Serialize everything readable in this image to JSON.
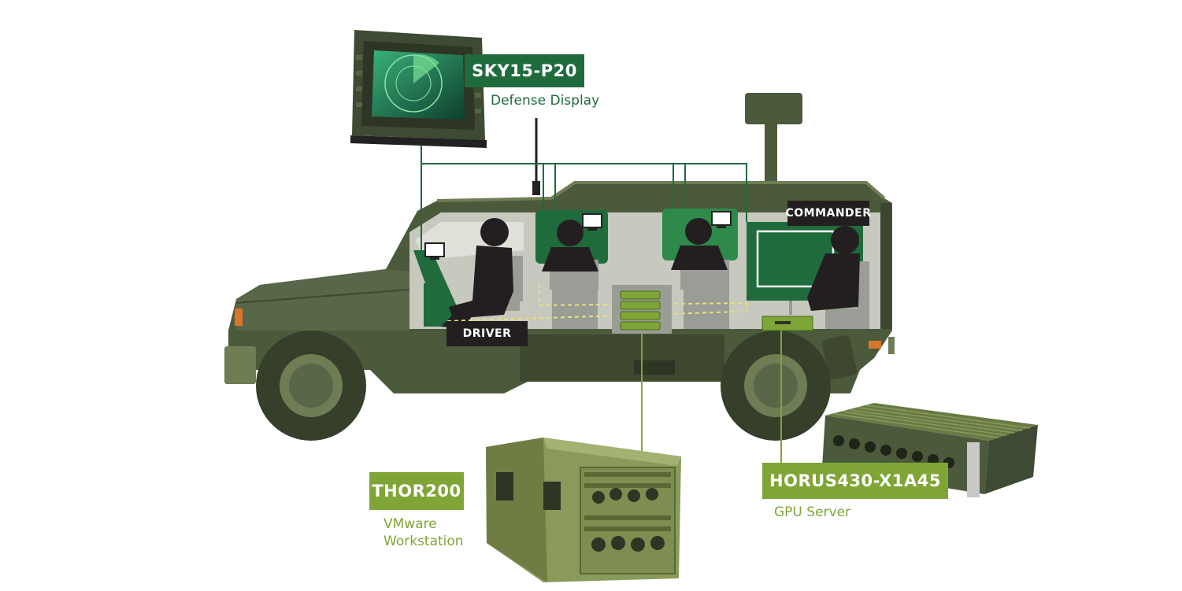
{
  "colors": {
    "body_olive": "#4c5a3c",
    "dark_olive": "#353f2a",
    "light_olive": "#6f7d55",
    "cabin": "#c7c8be",
    "dark_green": "#1f6b3c",
    "accent_green": "#7fa536",
    "sensor_green": "#2e8a4a"
  },
  "products": {
    "display": {
      "name": "SKY15-P20",
      "desc": "Defense Display",
      "icon": "rugged-display-icon"
    },
    "workstation": {
      "name": "THOR200",
      "desc_line1": "VMware",
      "desc_line2": "Workstation",
      "icon": "rugged-workstation-icon"
    },
    "server": {
      "name": "HORUS430-X1A45",
      "desc": "GPU Server",
      "icon": "rackmount-server-icon"
    }
  },
  "seats": {
    "driver": "DRIVER",
    "commander": "COMMANDER"
  }
}
